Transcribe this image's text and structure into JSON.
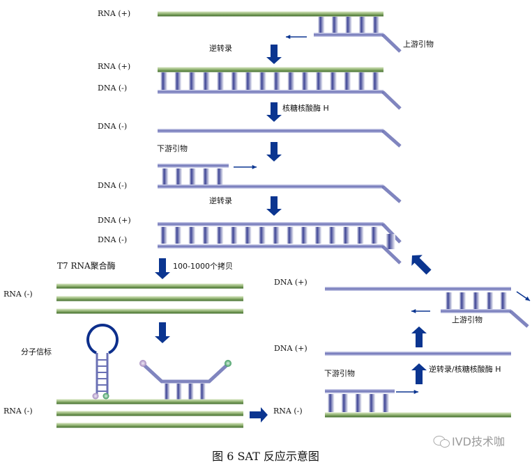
{
  "labels": {
    "rna_plus": "RNA (+)",
    "dna_minus": "DNA (-)",
    "dna_plus": "DNA (+)",
    "rna_minus": "RNA (-)",
    "upstream_primer": "上游引物",
    "downstream_primer": "下游引物",
    "reverse_transcription": "逆转录",
    "rnase_h": "核糖核酸酶 H",
    "t7_polymerase": "T7 RNA聚合酶",
    "copies": "100-1000个拷贝",
    "molecular_beacon": "分子信标",
    "rt_rnase_h": "逆转录/核糖核酸酶 H"
  },
  "caption": "图 6 SAT 反应示意图",
  "watermark": "IVD技术咖",
  "colors": {
    "arrow": "#0b3590",
    "rna_strand": "#4a7a32",
    "dna_strand": "#6a70b4",
    "beacon_loop": "#0d2f8c",
    "quencher_dot": "#b8a3cc",
    "fluor_dot": "#5fb07a"
  }
}
